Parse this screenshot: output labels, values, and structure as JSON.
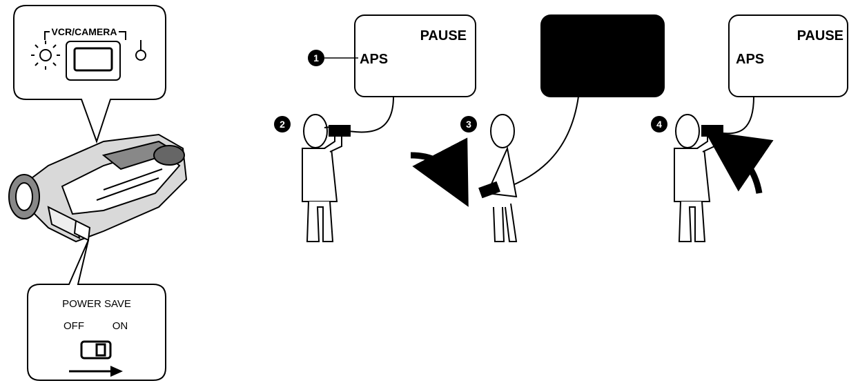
{
  "callout_top": {
    "label": "VCR/CAMERA"
  },
  "callout_bottom": {
    "title": "POWER SAVE",
    "off_label": "OFF",
    "on_label": "ON"
  },
  "screens": [
    {
      "status": "PAUSE",
      "mode": "APS"
    },
    {
      "status": "",
      "mode": ""
    },
    {
      "status": "PAUSE",
      "mode": "APS"
    }
  ],
  "markers": [
    "1",
    "2",
    "3",
    "4"
  ],
  "icons": {
    "lamp": "lamp-icon",
    "camcorder": "camcorder-icon",
    "person": "person-icon",
    "arrow_down": "curved-arrow-down-icon",
    "arrow_up": "curved-arrow-up-icon"
  },
  "colors": {
    "ink": "#000000",
    "paper": "#ffffff",
    "screen_dark": "#000000"
  }
}
